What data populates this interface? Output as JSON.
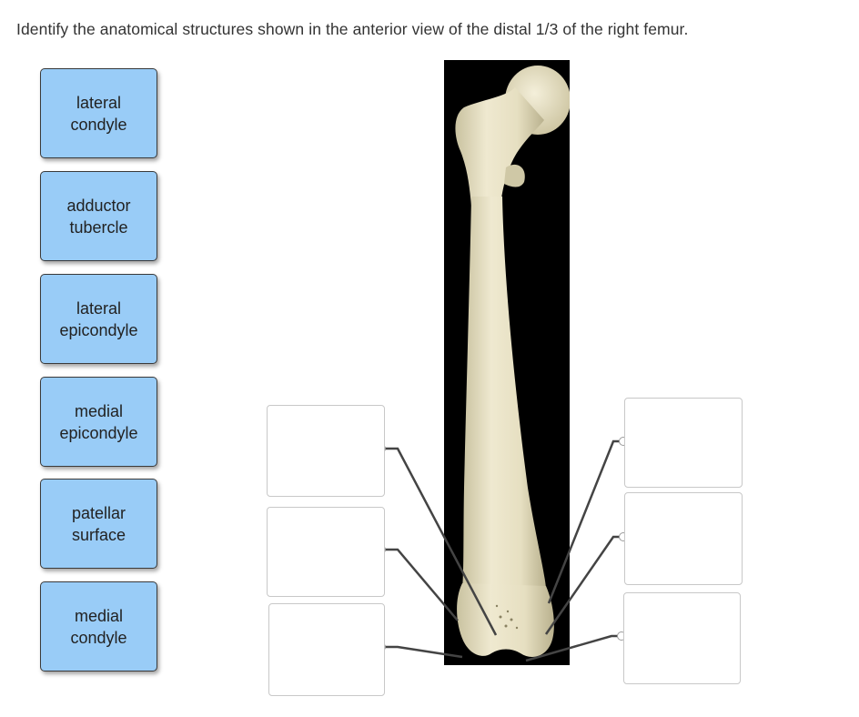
{
  "question": {
    "text": "Identify the anatomical structures shown in the anterior view of the distal 1/3 of the right femur."
  },
  "labels": [
    {
      "text": "lateral\ncondyle"
    },
    {
      "text": "adductor\ntubercle"
    },
    {
      "text": "lateral\nepicondyle"
    },
    {
      "text": "medial\nepicondyle"
    },
    {
      "text": "patellar\nsurface"
    },
    {
      "text": "medial\ncondyle"
    }
  ],
  "colors": {
    "label_fill": "#99ccf7",
    "label_border": "#3a3a3a",
    "bone": "#e8e2c6",
    "panel": "#000000",
    "leader": "#444444"
  }
}
